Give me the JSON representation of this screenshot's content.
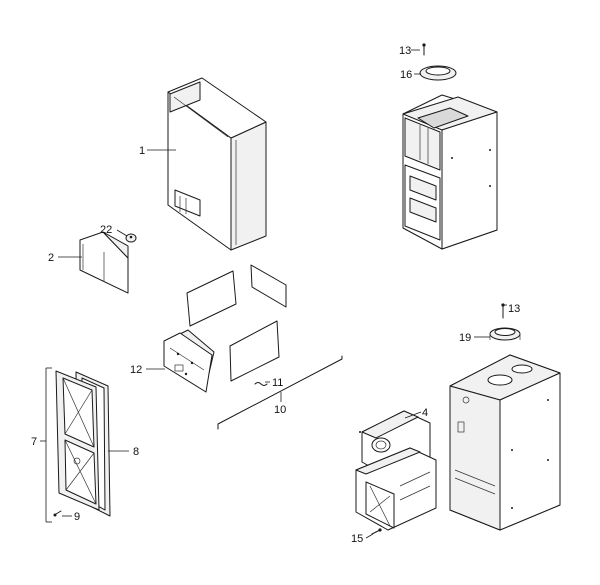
{
  "callouts": {
    "c1": "1",
    "c2": "2",
    "c4": "4",
    "c7": "7",
    "c8": "8",
    "c9": "9",
    "c10": "10",
    "c11": "11",
    "c12": "12",
    "c13a": "13",
    "c13b": "13",
    "c15": "15",
    "c16": "16",
    "c19": "19",
    "c22": "22"
  }
}
